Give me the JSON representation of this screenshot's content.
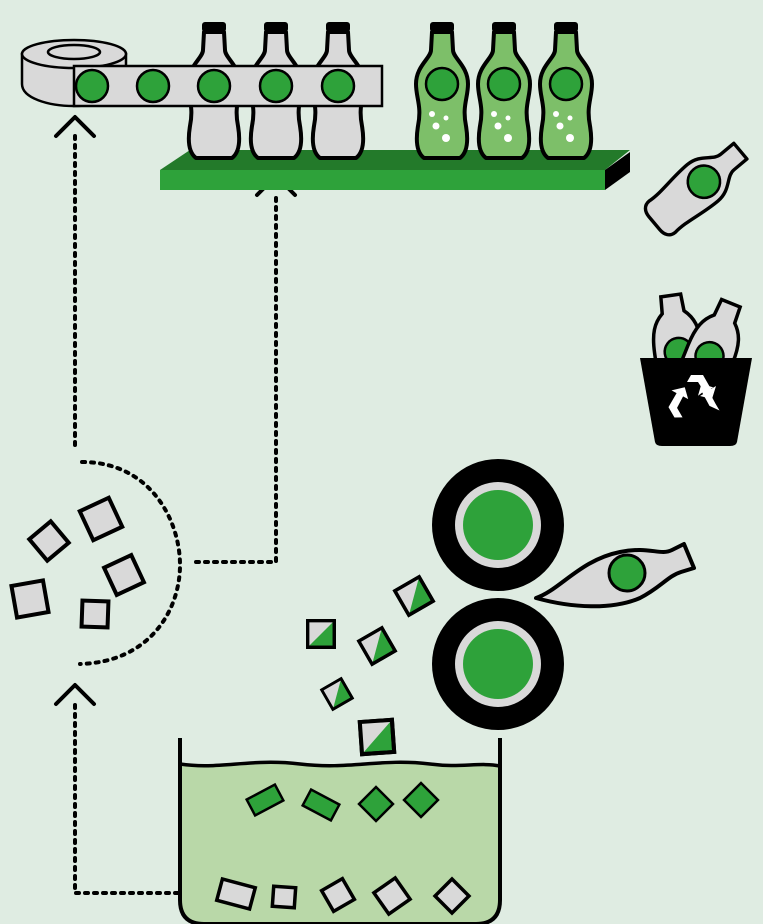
{
  "diagram": {
    "label_count": 0,
    "colors": {
      "background": "#dfece2",
      "green": "#2ea23a",
      "dark_green": "#237a2a",
      "light_green": "#7dbf69",
      "liquid": "#b9d8a8",
      "grey": "#d9d9d9",
      "black": "#000000",
      "white": "#ffffff"
    },
    "stages": [
      {
        "name": "label-tape-roll",
        "icon": "tape-roll-icon"
      },
      {
        "name": "bottle-conveyor",
        "icon": "bottle-icon"
      },
      {
        "name": "filled-bottles",
        "icon": "bottle-icon"
      },
      {
        "name": "used-bottle",
        "icon": "bottle-icon"
      },
      {
        "name": "recycling-bin",
        "icon": "recycle-icon"
      },
      {
        "name": "crusher-rollers",
        "icon": "roller-icon"
      },
      {
        "name": "flakes",
        "icon": "flake-icon"
      },
      {
        "name": "washing-tank",
        "icon": "tank-icon"
      },
      {
        "name": "sorted-flakes",
        "icon": "flake-icon"
      }
    ],
    "flows": [
      {
        "from": "washing-tank",
        "to": "sorted-flakes"
      },
      {
        "from": "sorted-flakes",
        "to": "label-tape-roll"
      },
      {
        "from": "sorted-flakes",
        "to": "bottle-conveyor"
      }
    ]
  }
}
